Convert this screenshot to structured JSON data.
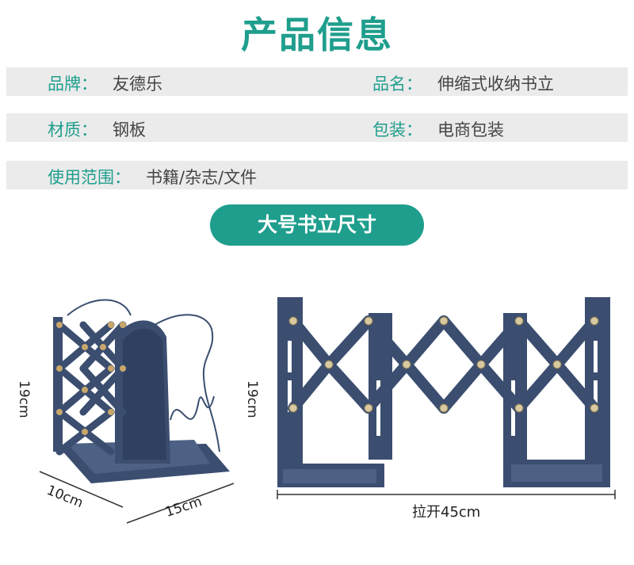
{
  "title": "产品信息",
  "info": {
    "brand_label": "品牌：",
    "brand_value": "友德乐",
    "name_label": "品名：",
    "name_value": "伸缩式收纳书立",
    "material_label": "材质：",
    "material_value": "钢板",
    "package_label": "包装：",
    "package_value": "电商包装",
    "usage_label": "使用范围：",
    "usage_value": "书籍/杂志/文件"
  },
  "size_banner": "大号书立尺寸",
  "dimensions": {
    "left_height": "19cm",
    "left_depth": "10cm",
    "left_width": "15cm",
    "right_height": "19cm",
    "right_extended": "拉开45cm"
  },
  "colors": {
    "accent": "#1f9e8d",
    "product": "#3b4e70"
  }
}
